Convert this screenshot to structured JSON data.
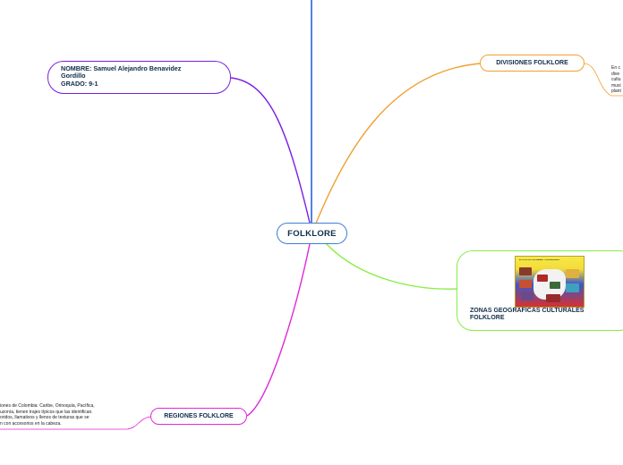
{
  "mindmap": {
    "central": {
      "label": "FOLKLORE"
    },
    "name_node": {
      "line1": "NOMBRE: Samuel Alejandro Benavidez",
      "line2": "Gordillo",
      "line3": "GRADO: 9-1"
    },
    "divisiones": {
      "label": "DIVISIONES FOLKLORE"
    },
    "divisiones_note": {
      "lines": [
        "En c",
        "dive",
        "cultu",
        "musi",
        "plant"
      ]
    },
    "zonas": {
      "label_line1": "ZONAS GEOGRAFICAS CULTURALES",
      "label_line2": "FOLKLORE",
      "image_title": "EL FOLCLOR COLOMBIANO Y SUS REGIONES"
    },
    "regiones": {
      "label": "REGIONES FOLKLORE"
    },
    "regiones_note": {
      "lines": [
        "iones de Colombia: Caribe, Orinoquía, Pacífica,",
        "uzonía, tienen trajes típicos que las identifican.",
        "oridos, llamativos y llenos de texturas que se",
        "n con accesorios en la cabeza."
      ]
    },
    "colors": {
      "top_branch": "#2a5fe0",
      "name_branch": "#7a1fe0",
      "divisiones_branch": "#f0a030",
      "zonas_branch": "#88ee44",
      "regiones_branch": "#e028d8",
      "central_border": "#3f7fd4"
    }
  }
}
